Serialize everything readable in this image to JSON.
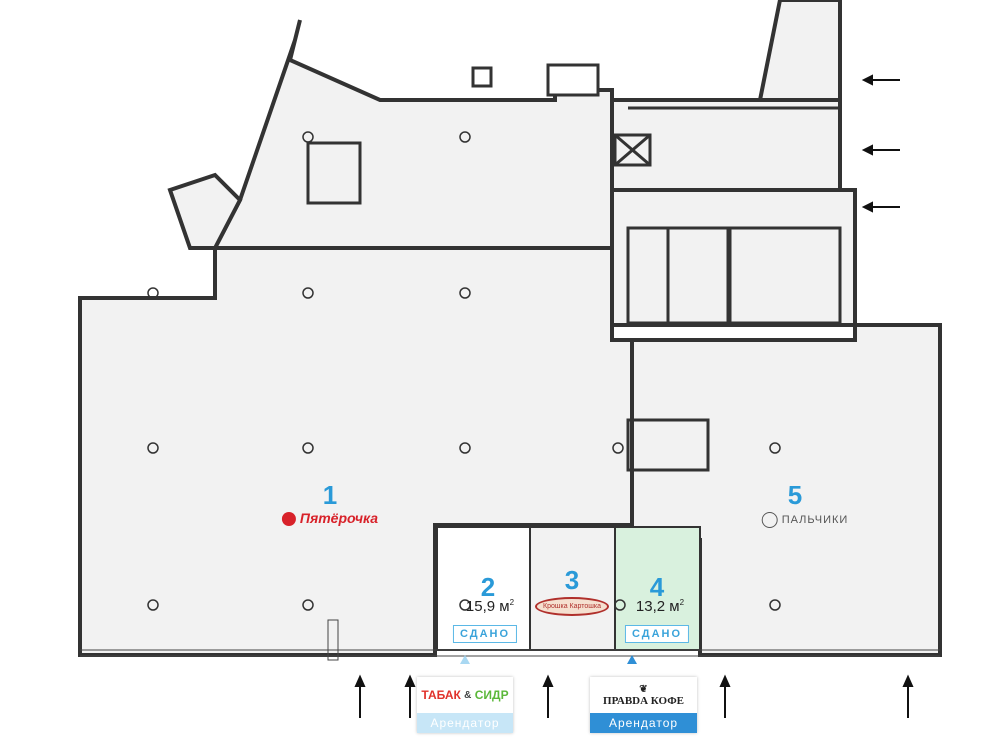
{
  "units": [
    {
      "number": "1",
      "brand": "Пятёрочка"
    },
    {
      "number": "2",
      "area": "15,9 м",
      "status": "СДАНО"
    },
    {
      "number": "3",
      "brand": "Крошка Картошка"
    },
    {
      "number": "4",
      "area": "13,2 м",
      "status": "СДАНО"
    },
    {
      "number": "5",
      "brand": "ПАЛЬЧИКИ"
    }
  ],
  "area_sup": "2",
  "tenants": [
    {
      "name_a": "ТАБАК",
      "amp": "&",
      "name_b": "СИДР",
      "label": "Арендатор"
    },
    {
      "name": "ПРАВDА КОФЕ",
      "label": "Арендатор"
    }
  ],
  "colors": {
    "accent": "#2a9ad8",
    "leased_fill": "#d9f1de",
    "floor": "#f2f2f2",
    "wall": "#333333"
  }
}
